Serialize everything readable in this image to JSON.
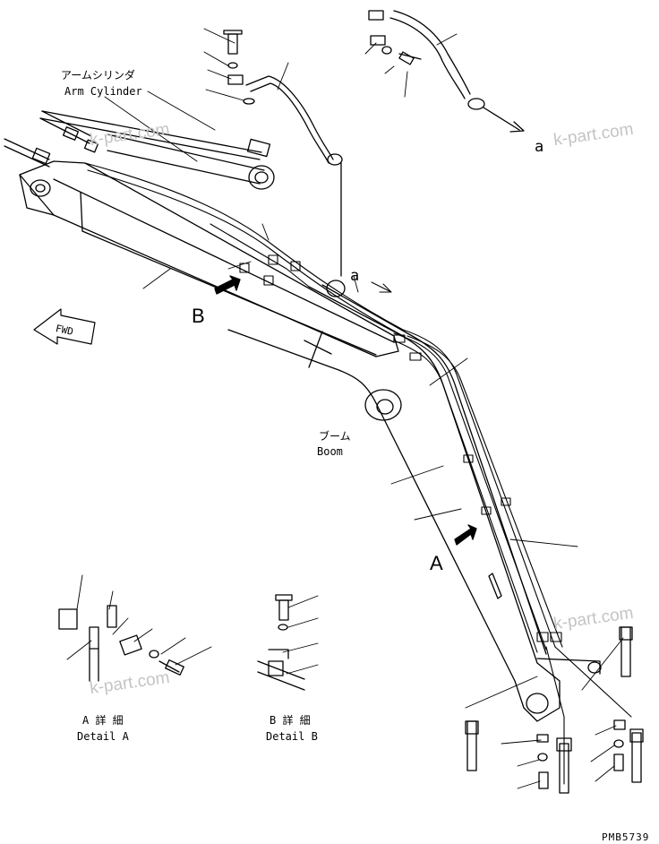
{
  "labels": {
    "arm_cylinder_jp": "アームシリンダ",
    "arm_cylinder_en": "Arm Cylinder",
    "boom_jp": "ブーム",
    "boom_en": "Boom",
    "fwd": "FWD",
    "callout_a": "A",
    "callout_b": "B",
    "ref_a_top": "a",
    "ref_a_mid": "a",
    "detail_a_jp": "A 詳 細",
    "detail_a_en": "Detail A",
    "detail_b_jp": "B 詳 細",
    "detail_b_en": "Detail B",
    "drawing_number": "PMB5739"
  },
  "watermarks": [
    "k-part.com",
    "k-part.com",
    "k-part.com",
    "k-part.com"
  ],
  "colors": {
    "line": "#000000",
    "watermark": "#c4c4c4",
    "background": "#ffffff"
  }
}
